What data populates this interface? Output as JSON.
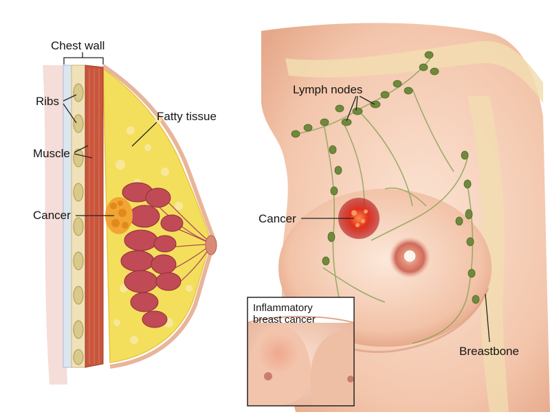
{
  "labels": {
    "chest_wall": "Chest wall",
    "ribs": "Ribs",
    "muscle": "Muscle",
    "fatty_tissue": "Fatty tissue",
    "cancer_left": "Cancer",
    "lymph_nodes": "Lymph nodes",
    "cancer_right": "Cancer",
    "breastbone": "Breastbone",
    "inset_line1": "Inflammatory",
    "inset_line2": "breast cancer"
  },
  "colors": {
    "skin": "#f3c6ac",
    "skin_shadow": "#e9a98a",
    "fat": "#f4df5c",
    "muscle": "#c9553d",
    "rib": "#d9c98a",
    "lobule": "#c04a55",
    "tumor_left": "#f2a434",
    "tumor_right": "#d9261c",
    "lymph_node": "#6e8a3a",
    "vessel": "#8ea35a",
    "bone_band": "#f2ddb0",
    "leader_line": "#222222"
  }
}
